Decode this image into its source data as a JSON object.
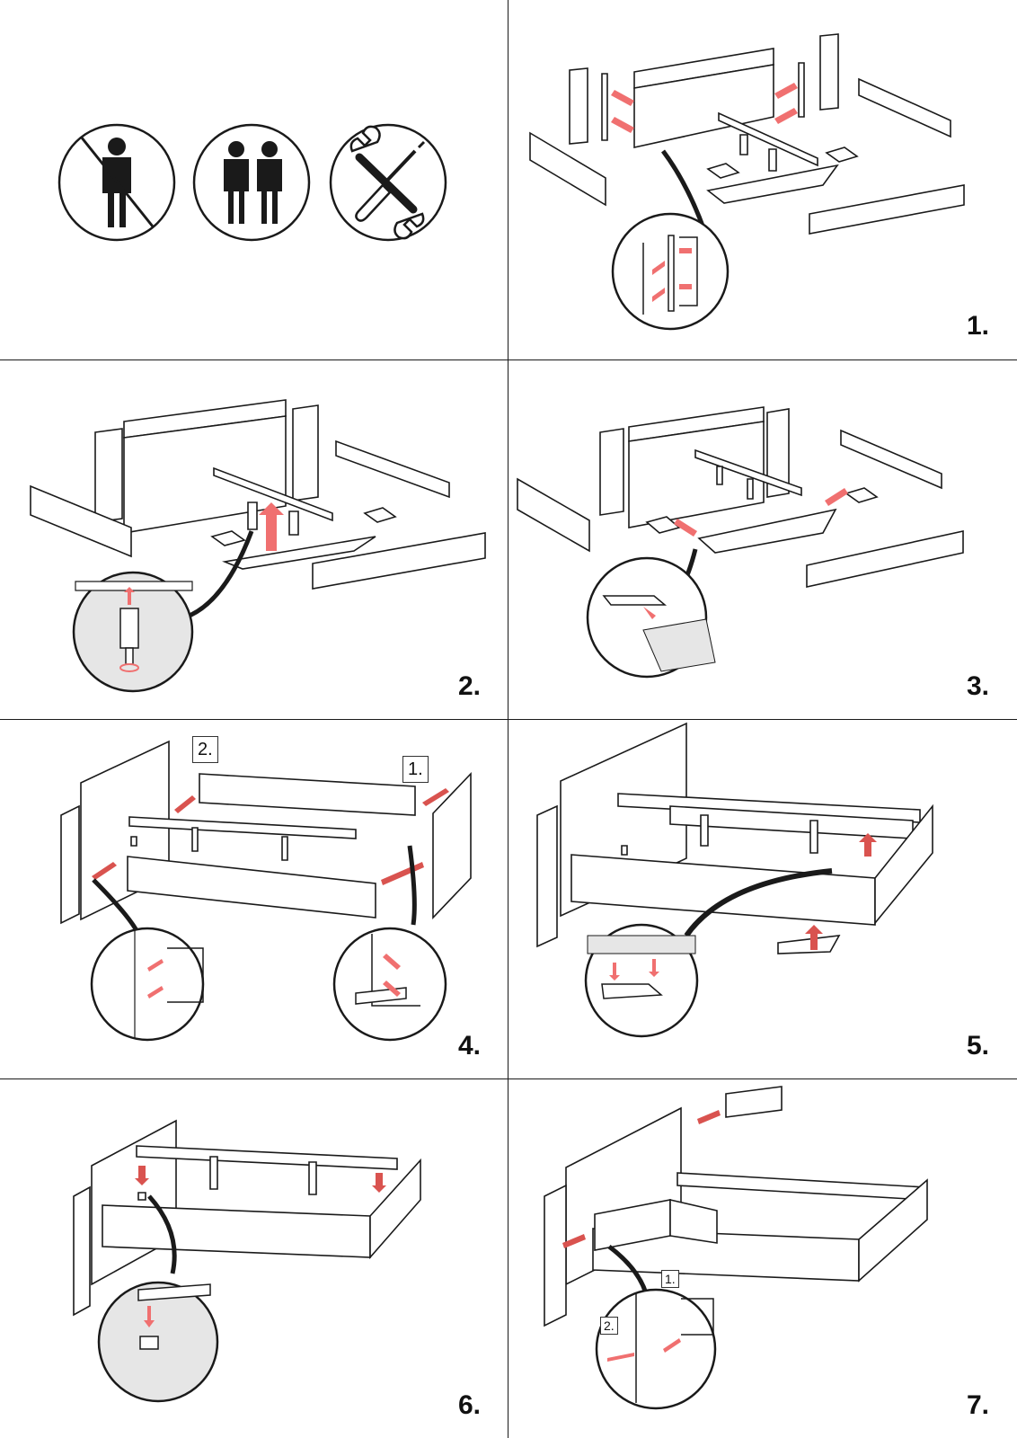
{
  "intro": {
    "icons": [
      "no-single-person-icon",
      "two-persons-icon",
      "tools-not-required-icon"
    ]
  },
  "colors": {
    "line": "#1a1a1a",
    "arrow": "#f07070",
    "arrow_dark": "#d9534f",
    "fill": "#ffffff",
    "shade": "#e6e6e6"
  },
  "steps": [
    {
      "label": "1.",
      "icons": [
        "headboard-side-arrows-icon",
        "zoom-detail-icon"
      ]
    },
    {
      "label": "2.",
      "icons": [
        "leg-insert-arrow-icon",
        "zoom-detail-icon"
      ]
    },
    {
      "label": "3.",
      "icons": [
        "corner-bracket-arrow-icon",
        "zoom-detail-icon"
      ]
    },
    {
      "label": "4.",
      "icons": [
        "side-rail-arrow-icon",
        "zoom-detail-icon"
      ],
      "callouts": [
        "2.",
        "1."
      ]
    },
    {
      "label": "5.",
      "icons": [
        "support-up-arrow-icon",
        "zoom-detail-icon"
      ]
    },
    {
      "label": "6.",
      "icons": [
        "clip-down-arrow-icon",
        "zoom-detail-icon"
      ]
    },
    {
      "label": "7.",
      "icons": [
        "drawer-insert-arrow-icon",
        "zoom-detail-icon"
      ],
      "callouts": [
        "1.",
        "2."
      ]
    }
  ]
}
